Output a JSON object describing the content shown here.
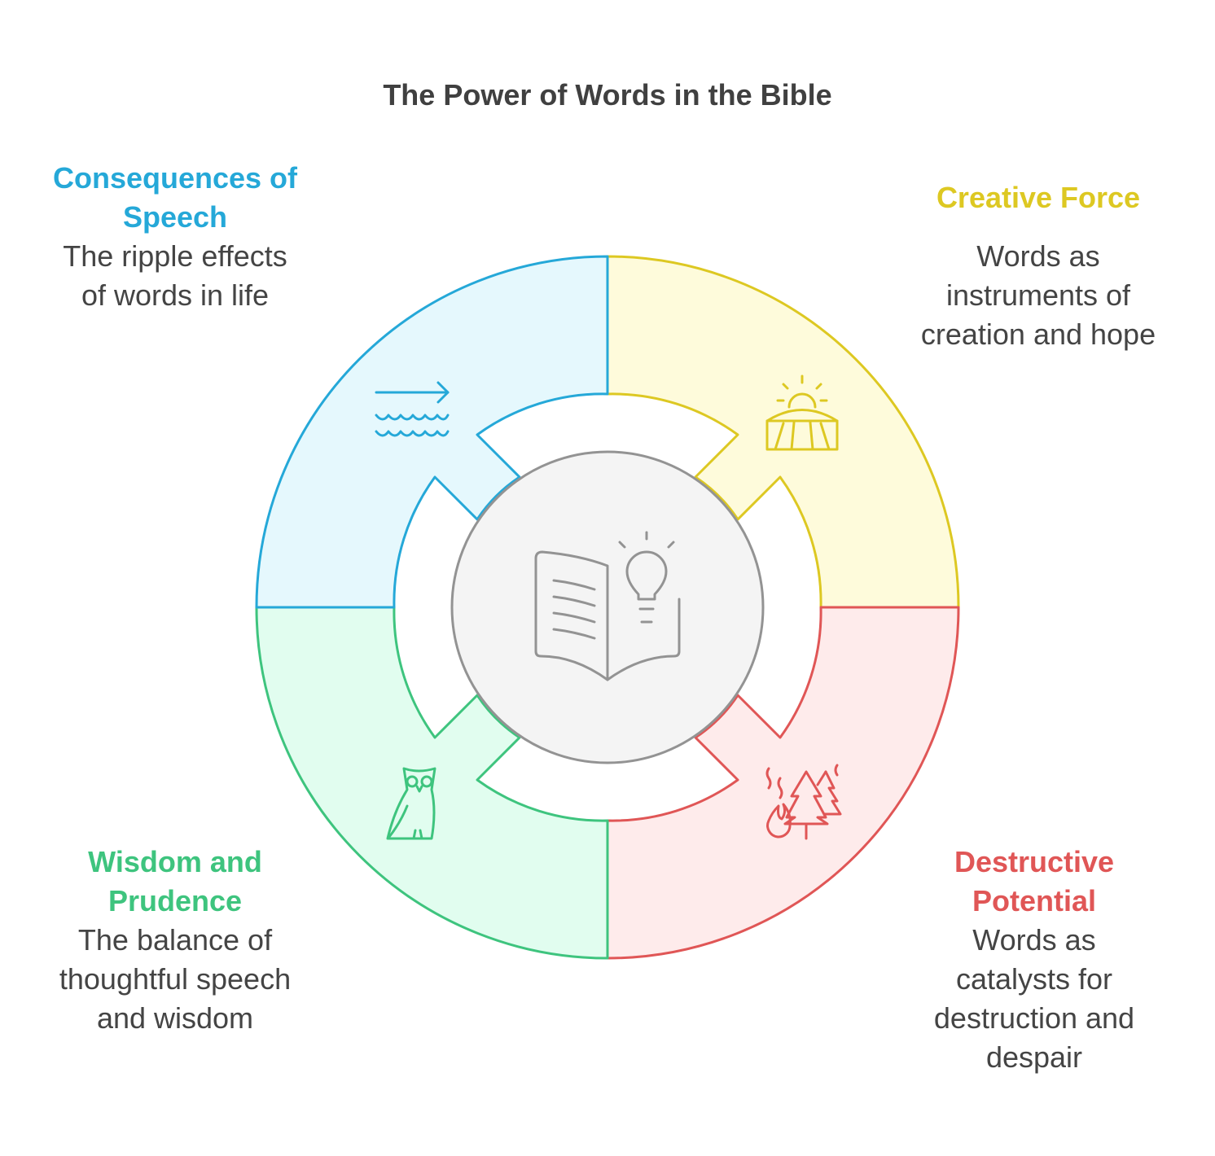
{
  "title": "The Power of Words in the Bible",
  "segments": [
    {
      "id": "creative",
      "title": "Creative Force",
      "description": [
        "Words as",
        "instruments of",
        "creation and hope"
      ],
      "stroke": "#DDC822",
      "fill": "#FEFBDB",
      "icon": "sunrise-field-icon"
    },
    {
      "id": "destructive",
      "title": "Destructive Potential",
      "title_lines": [
        "Destructive",
        "Potential"
      ],
      "description": [
        "Words as",
        "catalysts for",
        "destruction and",
        "despair"
      ],
      "stroke": "#E05656",
      "fill": "#FEEBEB",
      "icon": "forest-fire-icon"
    },
    {
      "id": "wisdom",
      "title": "Wisdom and Prudence",
      "title_lines": [
        "Wisdom and",
        "Prudence"
      ],
      "description": [
        "The balance of",
        "thoughtful speech",
        "and wisdom"
      ],
      "stroke": "#3EC47E",
      "fill": "#E1FDEF",
      "icon": "owl-icon"
    },
    {
      "id": "consequences",
      "title": "Consequences of Speech",
      "title_lines": [
        "Consequences of",
        "Speech"
      ],
      "description": [
        "The ripple effects",
        "of words in life"
      ],
      "stroke": "#25A8D8",
      "fill": "#E5F8FD",
      "icon": "waves-arrow-icon"
    }
  ],
  "center": {
    "icon": "open-book-lightbulb-icon",
    "stroke": "#939393",
    "fill": "#F4F4F4"
  }
}
